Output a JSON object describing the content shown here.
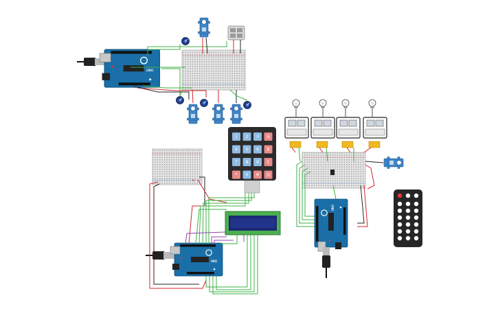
{
  "canvas": {
    "background": "#ffffff"
  },
  "colors": {
    "arduino_blue": "#1a6fa8",
    "breadboard": "#e6e6e6",
    "wire_green": "#3cb043",
    "wire_red": "#d3232a",
    "wire_black": "#222222",
    "wire_purple": "#8e44ad",
    "keypad_blue": "#8fbbe3",
    "keypad_red": "#e88a8a",
    "lcd_screen": "#1c2a74",
    "relay_yellow": "#f2b820",
    "servo_blue": "#3f86c9",
    "remote_body": "#262626"
  },
  "boards": [
    {
      "label": "UNO"
    },
    {
      "label": "UNO"
    },
    {
      "label": "UNO"
    }
  ],
  "keypad": {
    "rows": [
      [
        "1",
        "2",
        "3",
        "A"
      ],
      [
        "4",
        "5",
        "6",
        "B"
      ],
      [
        "7",
        "8",
        "9",
        "C"
      ],
      [
        "*",
        "0",
        "#",
        "D"
      ]
    ]
  },
  "icons": [
    "arduino-board-icon",
    "breadboard-icon",
    "servo-motor-icon",
    "potentiometer-icon",
    "relay-module-icon",
    "light-bulb-icon",
    "keypad-icon",
    "lcd-display-icon",
    "ir-remote-icon",
    "ir-receiver-icon",
    "usb-cable-icon"
  ]
}
